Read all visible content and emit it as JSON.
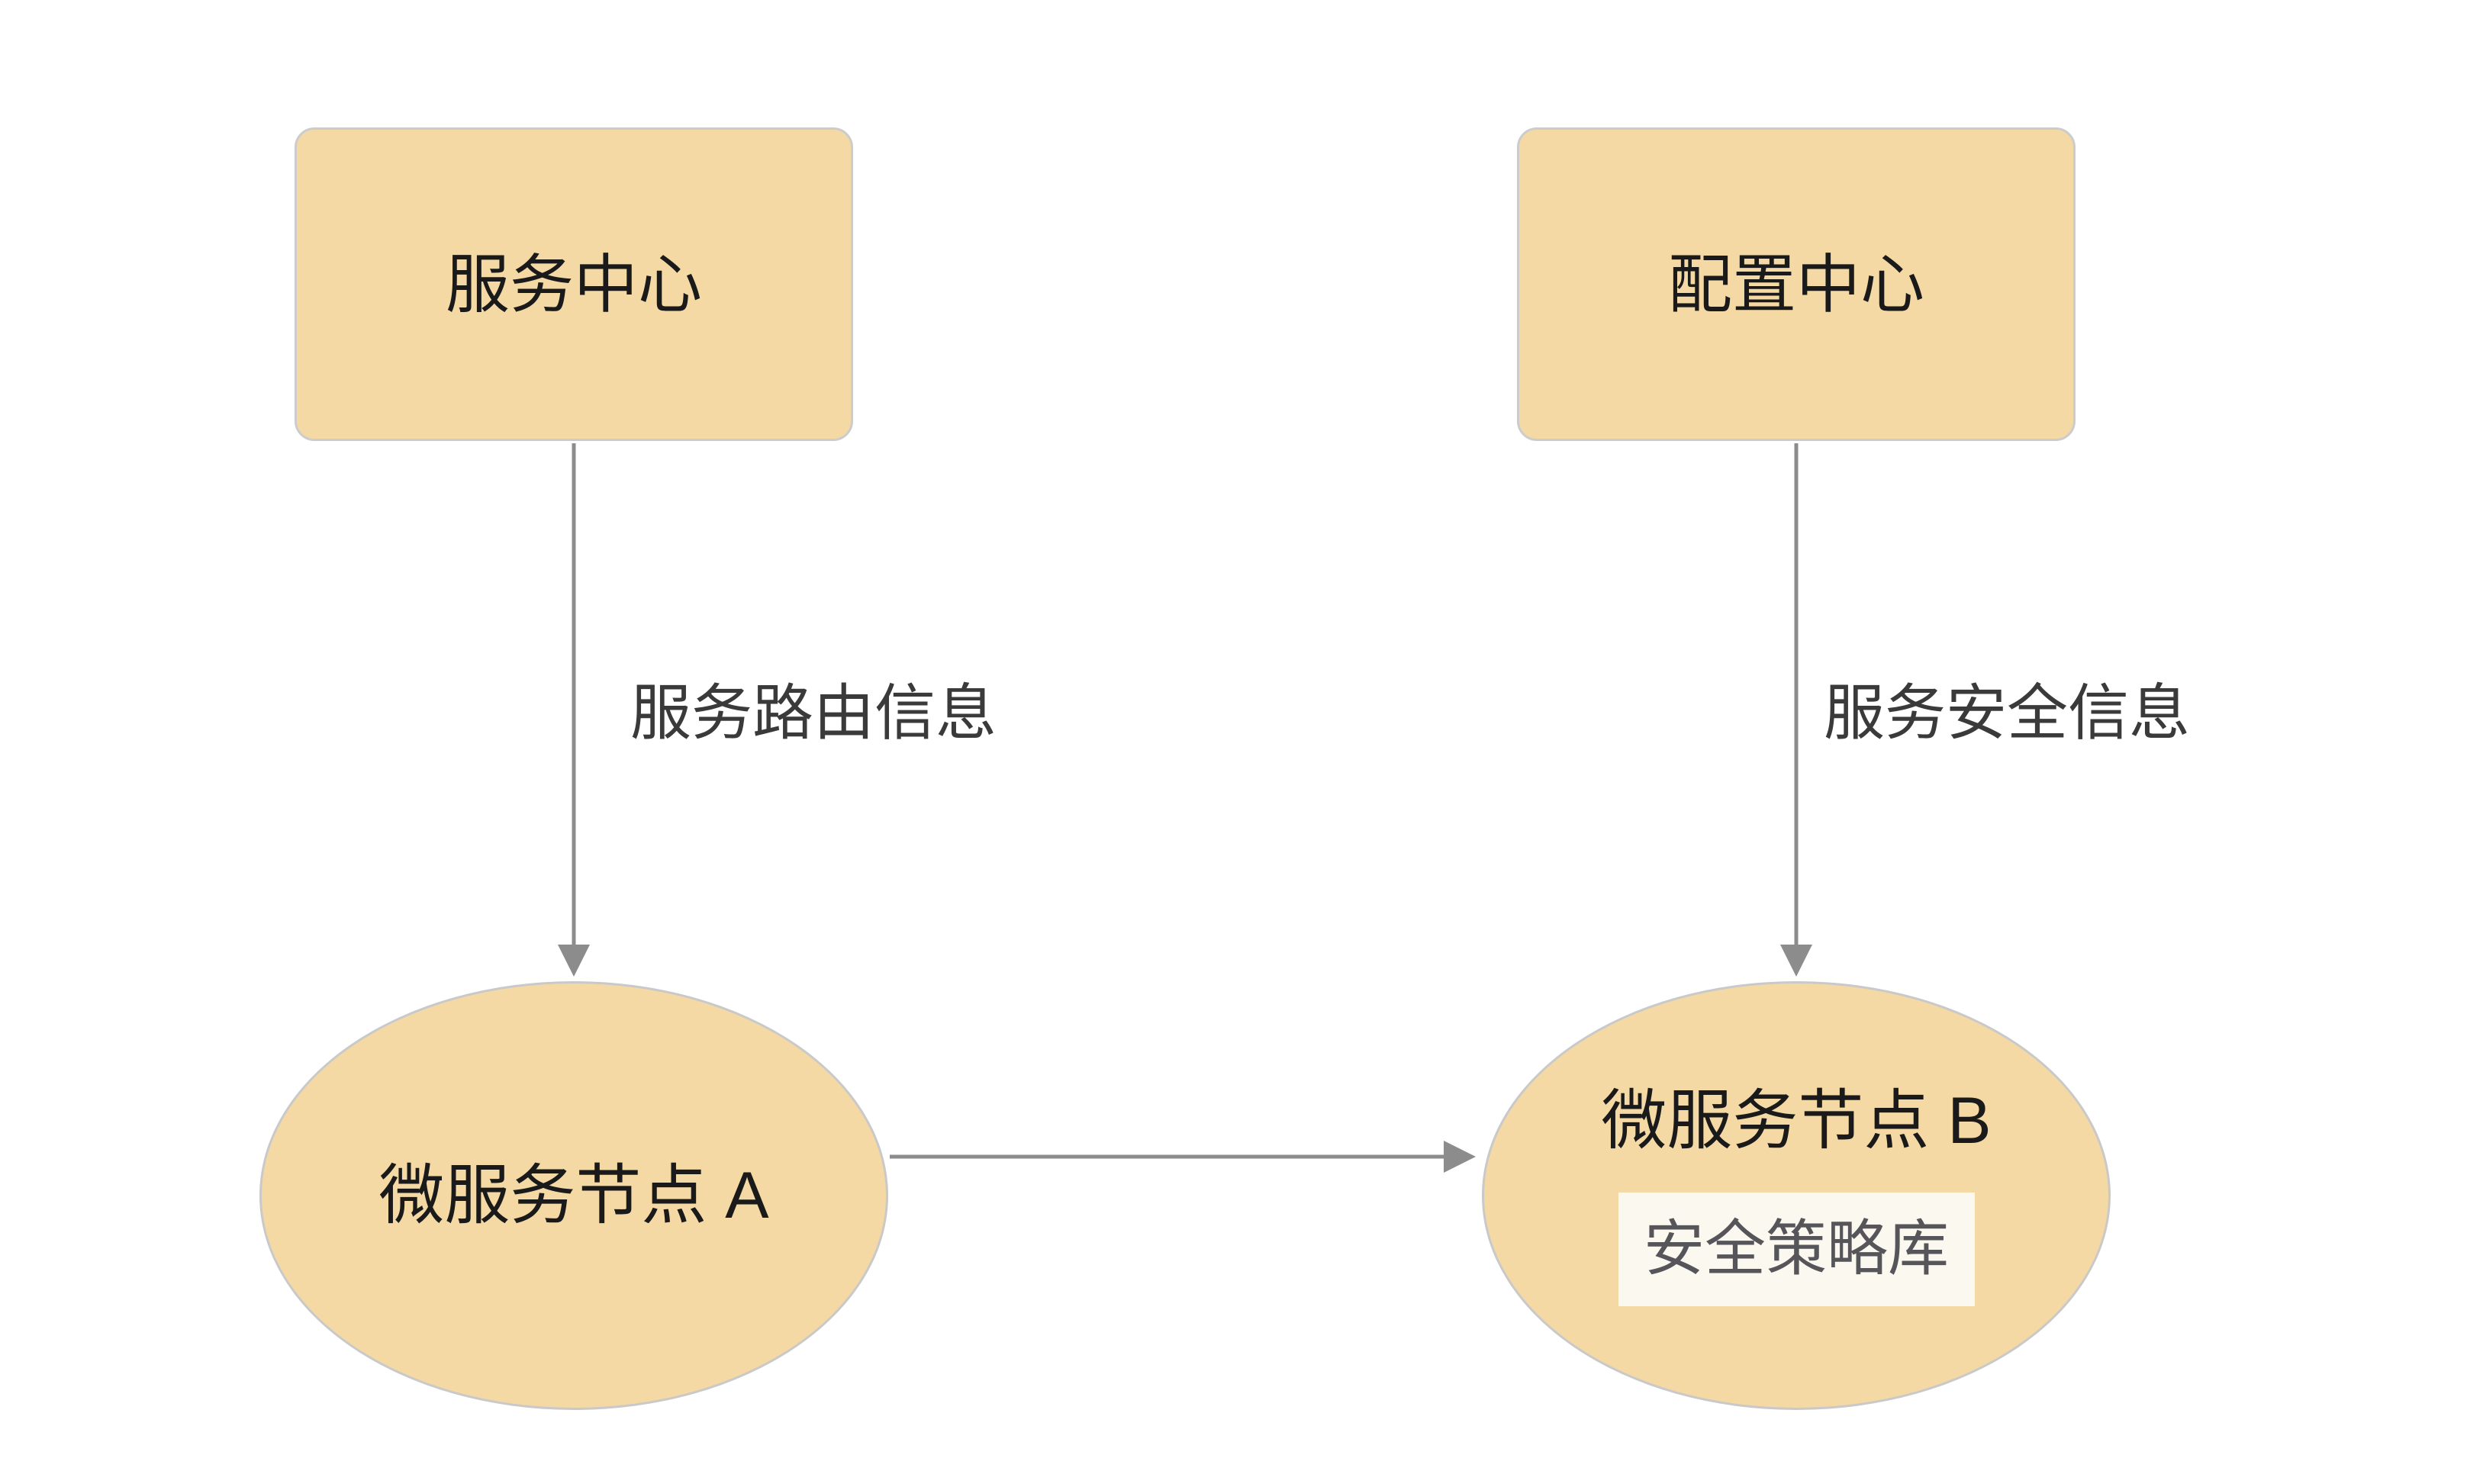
{
  "diagram": {
    "background": "#ffffff",
    "colors": {
      "node_fill": "#F5D9A5",
      "node_border": "#CACACA",
      "arrow": "#8C8C8C",
      "node_text": "#1A1A1A",
      "edge_label_text": "#3A3A3A",
      "inner_box_fill": "#FAF8EF",
      "inner_box_text": "#56565A"
    },
    "nodes": {
      "service_center": {
        "label": "服务中心",
        "shape": "rounded-rectangle"
      },
      "config_center": {
        "label": "配置中心",
        "shape": "rounded-rectangle"
      },
      "microservice_a": {
        "label": "微服务节点 A",
        "shape": "ellipse"
      },
      "microservice_b": {
        "label": "微服务节点 B",
        "shape": "ellipse",
        "inner_box_label": "安全策略库"
      }
    },
    "edges": {
      "service_center_to_a": {
        "from": "service_center",
        "to": "microservice_a",
        "label": "服务路由信息",
        "direction": "down"
      },
      "config_center_to_b": {
        "from": "config_center",
        "to": "microservice_b",
        "label": "服务安全信息",
        "direction": "down"
      },
      "a_to_b": {
        "from": "microservice_a",
        "to": "microservice_b",
        "label": "",
        "direction": "right"
      }
    }
  }
}
